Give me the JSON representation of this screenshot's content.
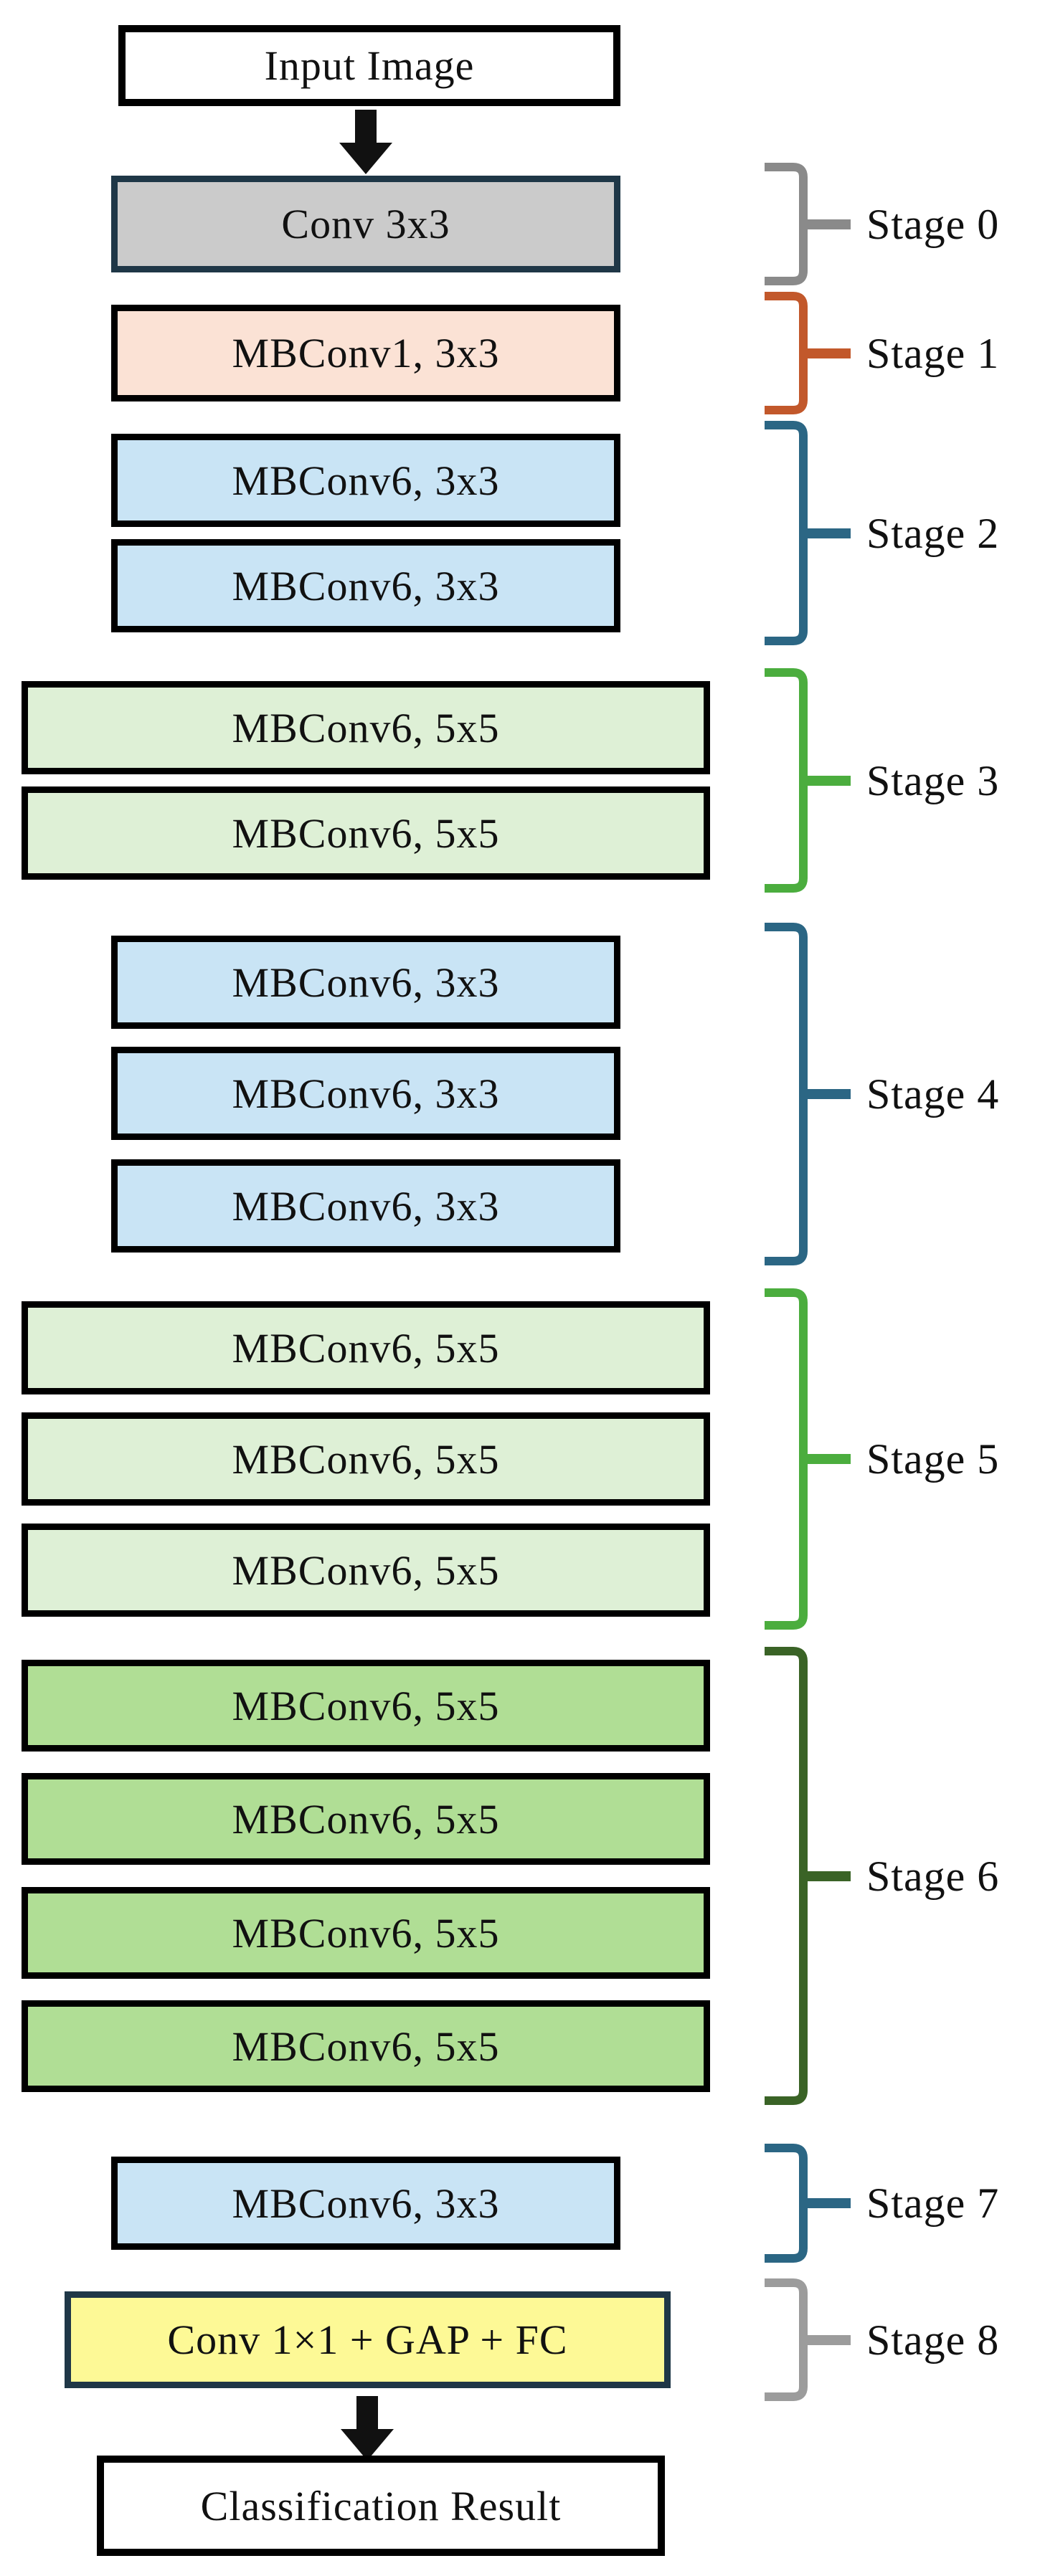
{
  "flow": {
    "input_label": "Input Image",
    "output_label": "Classification Result"
  },
  "stages": [
    {
      "label": "Stage 0",
      "brace_color": "#8A8A8A",
      "blocks": [
        {
          "label": "Conv 3x3",
          "style": "conv"
        }
      ]
    },
    {
      "label": "Stage 1",
      "brace_color": "#C2582B",
      "blocks": [
        {
          "label": "MBConv1, 3x3",
          "style": "peach"
        }
      ]
    },
    {
      "label": "Stage 2",
      "brace_color": "#2B6684",
      "blocks": [
        {
          "label": "MBConv6, 3x3",
          "style": "blue"
        },
        {
          "label": "MBConv6, 3x3",
          "style": "blue"
        }
      ]
    },
    {
      "label": "Stage 3",
      "brace_color": "#4BAD3E",
      "blocks": [
        {
          "label": "MBConv6, 5x5",
          "style": "lightgreen"
        },
        {
          "label": "MBConv6, 5x5",
          "style": "lightgreen"
        }
      ]
    },
    {
      "label": "Stage 4",
      "brace_color": "#2B6684",
      "blocks": [
        {
          "label": "MBConv6, 3x3",
          "style": "blue"
        },
        {
          "label": "MBConv6, 3x3",
          "style": "blue"
        },
        {
          "label": "MBConv6, 3x3",
          "style": "blue"
        }
      ]
    },
    {
      "label": "Stage 5",
      "brace_color": "#4BAD3E",
      "blocks": [
        {
          "label": "MBConv6, 5x5",
          "style": "lightgreen"
        },
        {
          "label": "MBConv6, 5x5",
          "style": "lightgreen"
        },
        {
          "label": "MBConv6, 5x5",
          "style": "lightgreen"
        }
      ]
    },
    {
      "label": "Stage 6",
      "brace_color": "#3A6326",
      "blocks": [
        {
          "label": "MBConv6, 5x5",
          "style": "green"
        },
        {
          "label": "MBConv6, 5x5",
          "style": "green"
        },
        {
          "label": "MBConv6, 5x5",
          "style": "green"
        },
        {
          "label": "MBConv6, 5x5",
          "style": "green"
        }
      ]
    },
    {
      "label": "Stage 7",
      "brace_color": "#2B6684",
      "blocks": [
        {
          "label": "MBConv6, 3x3",
          "style": "blue"
        }
      ]
    },
    {
      "label": "Stage 8",
      "brace_color": "#9C9C9C",
      "blocks": [
        {
          "label": "Conv 1×1 + GAP + FC",
          "style": "yellow"
        }
      ]
    }
  ],
  "colors": {
    "block_fills": {
      "conv": "#CBCBCB",
      "peach": "#FBE2D5",
      "blue": "#C9E4F5",
      "lightgreen": "#DEF0D6",
      "green": "#B0DE95",
      "yellow": "#FDF996"
    },
    "block_border_black": "#000000",
    "block_border_navy": "#1F3747",
    "arrow": "#111111",
    "text": "#111111"
  },
  "icons": {
    "flow_arrow": "down-arrow"
  }
}
